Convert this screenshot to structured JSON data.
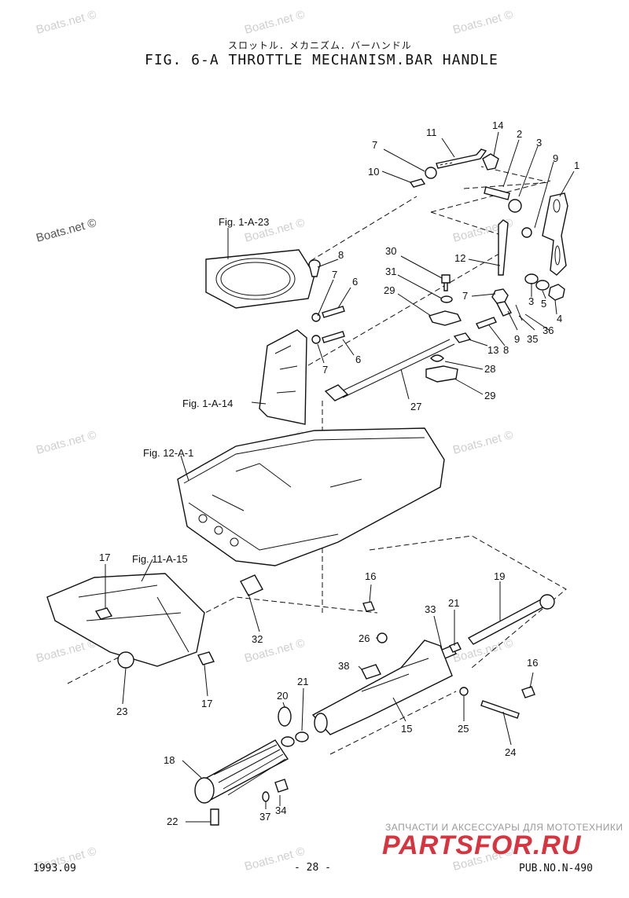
{
  "title_jp": "スロットル．メカニズム．バーハンドル",
  "title": "FIG.  6-A THROTTLE MECHANISM.BAR HANDLE",
  "watermark_text": "Boats.net ©",
  "figure_refs": {
    "fig_1_a_23": "Fig. 1-A-23",
    "fig_1_a_14": "Fig. 1-A-14",
    "fig_12_a_1": "Fig. 12-A-1",
    "fig_11_a_15": "Fig. 11-A-15"
  },
  "callouts": {
    "c11": "11",
    "c14": "14",
    "c2": "2",
    "c3a": "3",
    "c9a": "9",
    "c1": "1",
    "c7a": "7",
    "c10": "10",
    "c8a": "8",
    "c7b": "7",
    "c6a": "6",
    "c30": "30",
    "c31": "31",
    "c29a": "29",
    "c12": "12",
    "c7c": "7",
    "c3b": "3",
    "c5": "5",
    "c4": "4",
    "c9b": "9",
    "c35": "35",
    "c36": "36",
    "c13": "13",
    "c8b": "8",
    "c6b": "6",
    "c7d": "7",
    "c28": "28",
    "c29b": "29",
    "c27": "27",
    "c17a": "17",
    "c16a": "16",
    "c19": "19",
    "c33": "33",
    "c21a": "21",
    "c26": "26",
    "c32": "32",
    "c38": "38",
    "c16b": "16",
    "c23": "23",
    "c17b": "17",
    "c20": "20",
    "c21b": "21",
    "c15": "15",
    "c25": "25",
    "c24": "24",
    "c18": "18",
    "c22": "22",
    "c37": "37",
    "c34": "34"
  },
  "footer": {
    "date": "1993.09",
    "page": "- 28 -",
    "pub_no": "PUB.NO.N-490"
  },
  "brand": {
    "subtitle": "ЗАПЧАСТИ И АКСЕССУАРЫ ДЛЯ МОТОТЕХНИКИ",
    "logo": "PARTSFOR.RU"
  }
}
